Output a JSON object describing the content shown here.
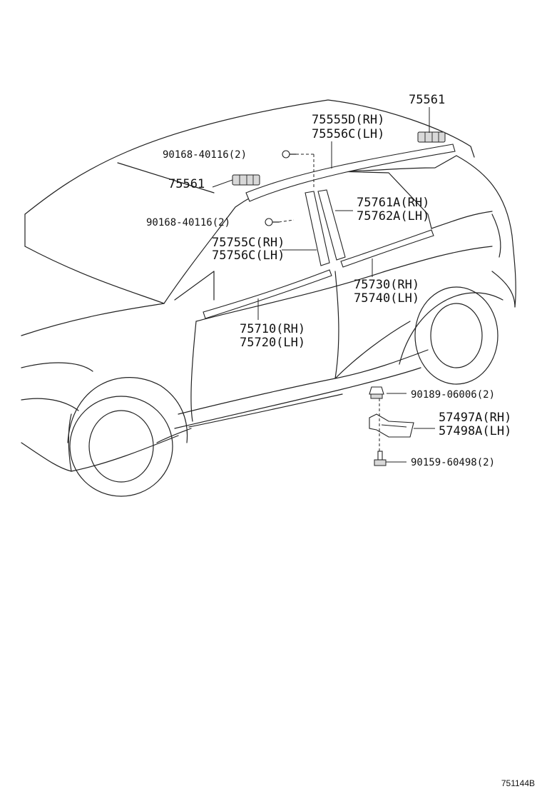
{
  "labels": {
    "p75561_top": "75561",
    "p75555D": "75555D(RH)",
    "p75556C": "75556C(LH)",
    "p90168_a": "90168-40116(2)",
    "p75561_mid": "75561",
    "p75761A": "75761A(RH)",
    "p75762A": "75762A(LH)",
    "p90168_b": "90168-40116(2)",
    "p75755C": "75755C(RH)",
    "p75756C": "75756C(LH)",
    "p75730": "75730(RH)",
    "p75740": "75740(LH)",
    "p75710": "75710(RH)",
    "p75720": "75720(LH)",
    "p90189": "90189-06006(2)",
    "p57497A": "57497A(RH)",
    "p57498A": "57498A(LH)",
    "p90159": "90159-60498(2)"
  },
  "diagram_code": "751144B"
}
